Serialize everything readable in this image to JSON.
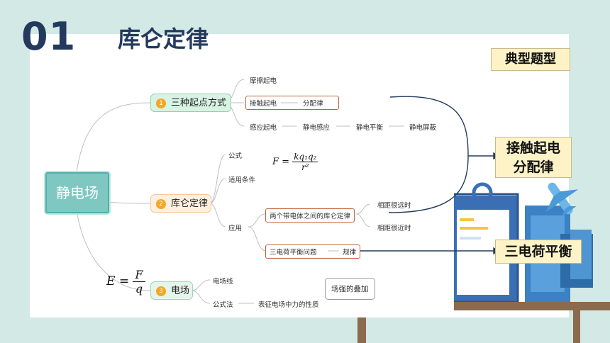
{
  "header": {
    "number": "01",
    "title": "库仑定律"
  },
  "callouts": {
    "typical": "典型题型",
    "contact_line1": "接触起电",
    "contact_line2": "分配律",
    "three_charge": "三电荷平衡"
  },
  "mindmap": {
    "root": "静电场",
    "branch1": {
      "index": "1",
      "label": "三种起点方式",
      "leaves": {
        "friction": "摩擦起电",
        "contact": "接触起电",
        "contact_rule": "分配律",
        "induction": "感应起电",
        "induction_1": "静电感应",
        "induction_2": "静电平衡",
        "induction_3": "静电屏蔽"
      }
    },
    "branch2": {
      "index": "2",
      "label": "库仑定律",
      "leaves": {
        "formula": "公式",
        "conditions": "适用条件",
        "application": "应用",
        "two_bodies": "两个带电体之间的库仑定律",
        "far": "相距很远时",
        "near": "相距很近时",
        "three_charge": "三电荷平衡问题",
        "rule": "规律"
      },
      "formula": {
        "lhs": "F",
        "num": "kq₁q₂",
        "den": "r²"
      }
    },
    "branch3": {
      "index": "3",
      "label": "电场",
      "leaves": {
        "field_lines": "电场线",
        "formula_method": "公式法",
        "property": "表征电场中力的性质",
        "superposition": "场强的叠加"
      },
      "formula": {
        "lhs": "E",
        "num": "F",
        "den": "q"
      }
    }
  },
  "colors": {
    "accent": "#233a5e",
    "root": "#7fc8c2",
    "callout": "#fdf3c7"
  }
}
